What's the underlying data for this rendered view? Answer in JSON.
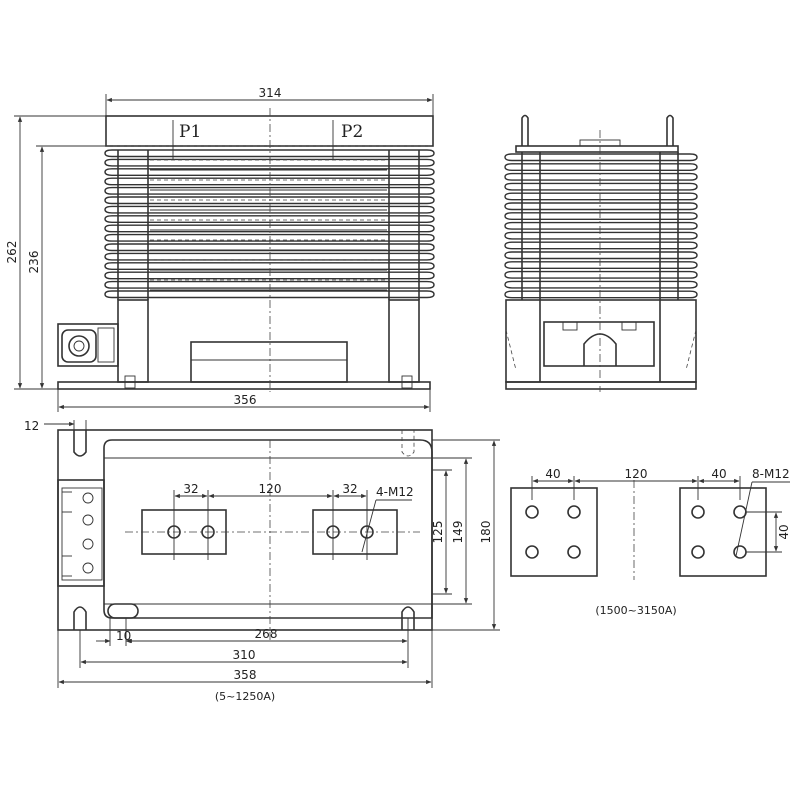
{
  "front_view": {
    "dim_top_width": "314",
    "dim_total_height": "262",
    "dim_body_height": "236",
    "dim_base_width": "356",
    "terminal_p1": "P1",
    "terminal_p2": "P2"
  },
  "plan_view": {
    "dim_slot_width": "12",
    "dim_hole_spacing_left": "32",
    "dim_center_distance": "120",
    "dim_hole_spacing_right": "32",
    "thread_callout": "4-M12",
    "dim_height_inner": "125",
    "dim_height_mid": "149",
    "dim_height_outer": "180",
    "dim_slot_small": "10",
    "dim_mount_268": "268",
    "dim_mount_310": "310",
    "dim_overall_358": "358",
    "range_note": "(5~1250A)"
  },
  "terminal_detail": {
    "dim_40_left": "40",
    "dim_120": "120",
    "dim_40_right": "40",
    "dim_40_vertical": "40",
    "thread_callout": "8-M12",
    "range_note": "(1500~3150A)"
  }
}
